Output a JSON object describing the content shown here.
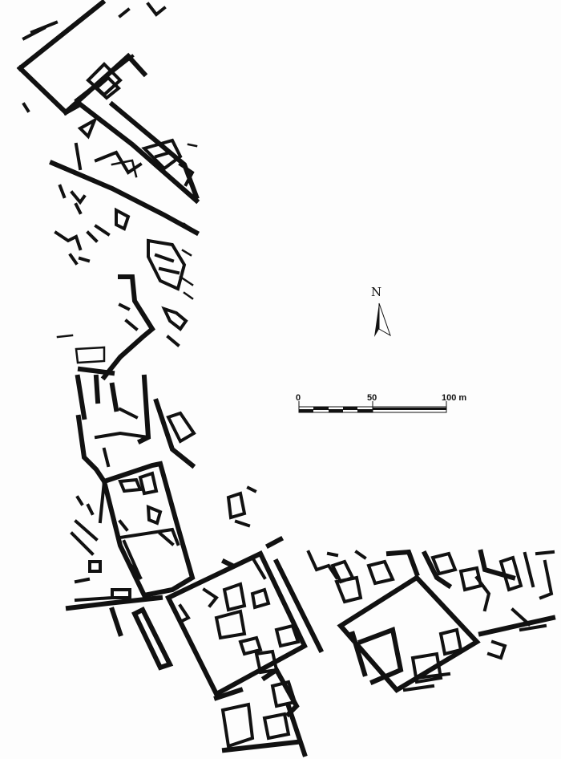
{
  "north_arrow": {
    "label": "N"
  },
  "scale_bar": {
    "ticks": [
      "0",
      "50",
      "100 m"
    ]
  }
}
